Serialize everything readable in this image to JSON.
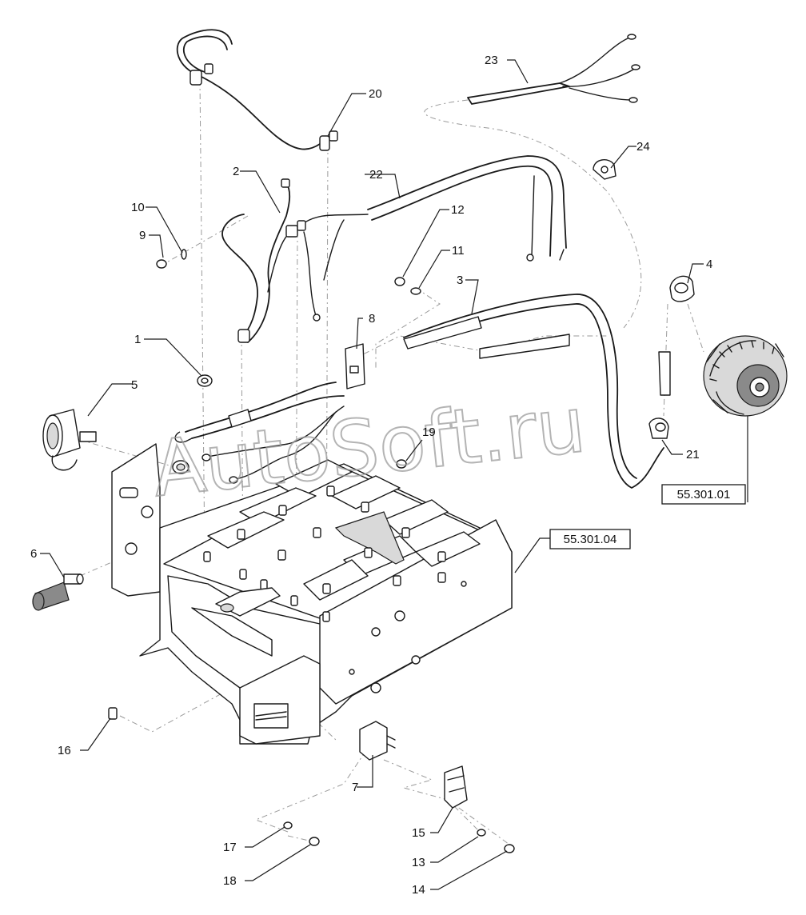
{
  "callouts": [
    "1",
    "2",
    "3",
    "4",
    "5",
    "6",
    "7",
    "8",
    "9",
    "10",
    "11",
    "12",
    "13",
    "14",
    "15",
    "16",
    "17",
    "18",
    "19",
    "20",
    "21",
    "22",
    "23",
    "24"
  ],
  "references": {
    "alternator": "55.301.01",
    "battery_tray": "55.301.04"
  },
  "watermark": "AutoSoft.ru"
}
